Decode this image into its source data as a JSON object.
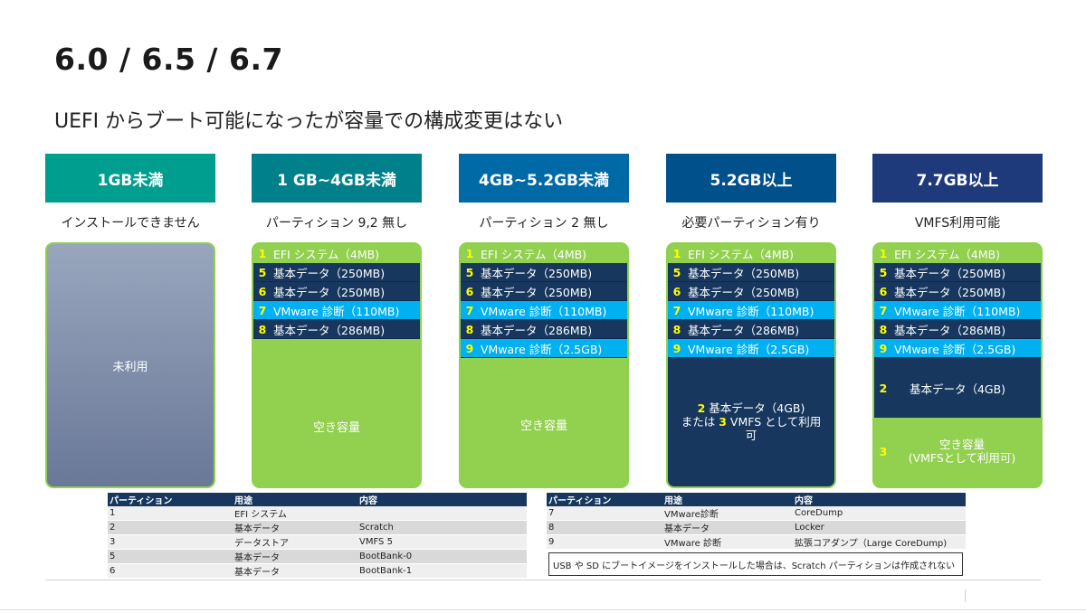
{
  "title": "6.0 / 6.5 / 6.7",
  "subtitle": "UEFI からブート可能になったが容量での構成変更はない",
  "columns": [
    {
      "header": "1GB未満",
      "header_color": "#009e8f",
      "caption": "インストールできません",
      "unused_label": "未利用"
    },
    {
      "header": "1 GB~4GB未満",
      "header_color": "#00808a",
      "caption": "パーティション 9,2 無し",
      "rows": [
        {
          "num": "1",
          "label": "EFI システム（4MB)"
        },
        {
          "num": "5",
          "label": "基本データ（250MB)"
        },
        {
          "num": "6",
          "label": "基本データ（250MB)"
        },
        {
          "num": "7",
          "label": "VMware 診断（110MB)"
        },
        {
          "num": "8",
          "label": "基本データ（286MB)"
        }
      ],
      "free_label": "空き容量"
    },
    {
      "header": "4GB~5.2GB未満",
      "header_color": "#006aa6",
      "caption": "パーティション 2 無し",
      "rows": [
        {
          "num": "1",
          "label": "EFI システム（4MB)"
        },
        {
          "num": "5",
          "label": "基本データ（250MB)"
        },
        {
          "num": "6",
          "label": "基本データ（250MB)"
        },
        {
          "num": "7",
          "label": "VMware 診断（110MB)"
        },
        {
          "num": "8",
          "label": "基本データ（286MB)"
        },
        {
          "num": "9",
          "label": "VMware 診断（2.5GB)"
        }
      ],
      "free_label": "空き容量"
    },
    {
      "header": "5.2GB以上",
      "header_color": "#00508c",
      "caption": "必要パーティション有り",
      "rows": [
        {
          "num": "1",
          "label": "EFI システム（4MB)"
        },
        {
          "num": "5",
          "label": "基本データ（250MB)"
        },
        {
          "num": "6",
          "label": "基本データ（250MB)"
        },
        {
          "num": "7",
          "label": "VMware 診断（110MB)"
        },
        {
          "num": "8",
          "label": "基本データ（286MB)"
        },
        {
          "num": "9",
          "label": "VMware 診断（2.5GB)"
        }
      ],
      "block": {
        "num_a": "2",
        "line1": "基本データ（4GB)",
        "prefix": "または",
        "num_b": "3",
        "line2": "VMFS として利用",
        "line3": "可"
      }
    },
    {
      "header": "7.7GB以上",
      "header_color": "#1f3a7a",
      "caption": "VMFS利用可能",
      "rows": [
        {
          "num": "1",
          "label": "EFI システム（4MB)"
        },
        {
          "num": "5",
          "label": "基本データ（250MB)"
        },
        {
          "num": "6",
          "label": "基本データ（250MB)"
        },
        {
          "num": "7",
          "label": "VMware 診断（110MB)"
        },
        {
          "num": "8",
          "label": "基本データ（286MB)"
        },
        {
          "num": "9",
          "label": "VMware 診断（2.5GB)"
        }
      ],
      "block": {
        "num": "2",
        "label": "基本データ（4GB)"
      },
      "free": {
        "num": "3",
        "line1": "空き容量",
        "line2": "(VMFSとして利用可)"
      }
    }
  ],
  "table_left": {
    "headers": [
      "パーティション",
      "用途",
      "内容"
    ],
    "rows": [
      [
        "1",
        "EFI システム",
        ""
      ],
      [
        "2",
        "基本データ",
        "Scratch"
      ],
      [
        "3",
        "データストア",
        "VMFS 5"
      ],
      [
        "5",
        "基本データ",
        "BootBank-0"
      ],
      [
        "6",
        "基本データ",
        "BootBank-1"
      ]
    ]
  },
  "table_right": {
    "headers": [
      "パーティション",
      "用途",
      "内容"
    ],
    "rows": [
      [
        "7",
        "VMware診断",
        "CoreDump"
      ],
      [
        "8",
        "基本データ",
        "Locker"
      ],
      [
        "9",
        "VMware 診断",
        "拡張コアダンプ（Large CoreDump)"
      ]
    ]
  },
  "note": "USB や SD にブートイメージをインストールした場合は、Scratch パーティションは作成されない",
  "colors": {
    "navy": "#17375e",
    "cyan": "#00b0f0",
    "green": "#92d050",
    "yellow": "#ffff00"
  }
}
